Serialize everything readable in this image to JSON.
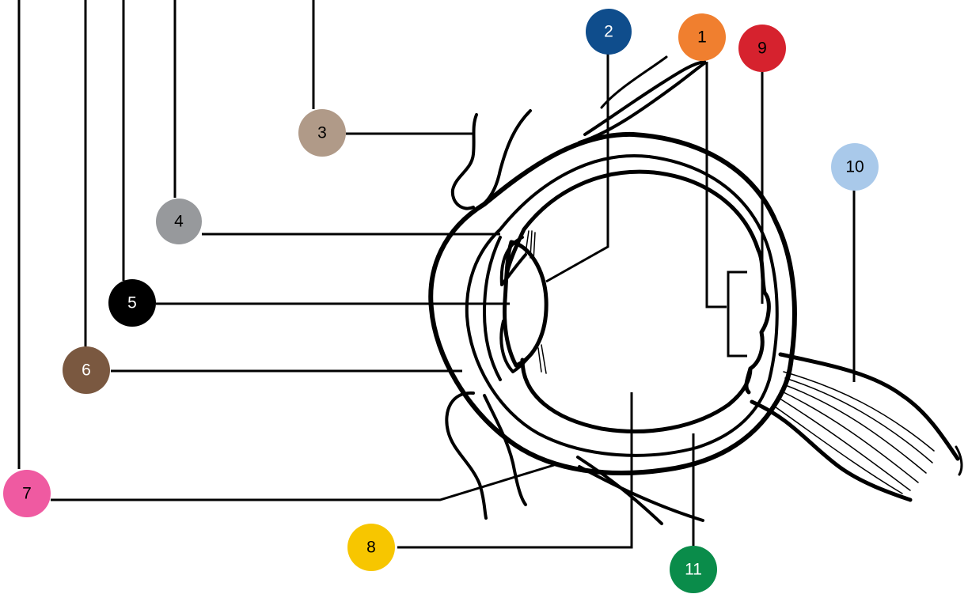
{
  "diagram": {
    "callouts": [
      {
        "id": "1",
        "label": "1",
        "color": "#f07f2f",
        "text_color": "#000000"
      },
      {
        "id": "2",
        "label": "2",
        "color": "#0f4d8c",
        "text_color": "#ffffff"
      },
      {
        "id": "3",
        "label": "3",
        "color": "#b09a88",
        "text_color": "#000000"
      },
      {
        "id": "4",
        "label": "4",
        "color": "#97999c",
        "text_color": "#000000"
      },
      {
        "id": "5",
        "label": "5",
        "color": "#000000",
        "text_color": "#ffffff"
      },
      {
        "id": "6",
        "label": "6",
        "color": "#7a5840",
        "text_color": "#ffffff"
      },
      {
        "id": "7",
        "label": "7",
        "color": "#ef5aa1",
        "text_color": "#000000"
      },
      {
        "id": "8",
        "label": "8",
        "color": "#f7c600",
        "text_color": "#000000"
      },
      {
        "id": "9",
        "label": "9",
        "color": "#d6222e",
        "text_color": "#000000"
      },
      {
        "id": "10",
        "label": "10",
        "color": "#a9c9ea",
        "text_color": "#000000"
      },
      {
        "id": "11",
        "label": "11",
        "color": "#0a8c4a",
        "text_color": "#ffffff"
      }
    ]
  }
}
